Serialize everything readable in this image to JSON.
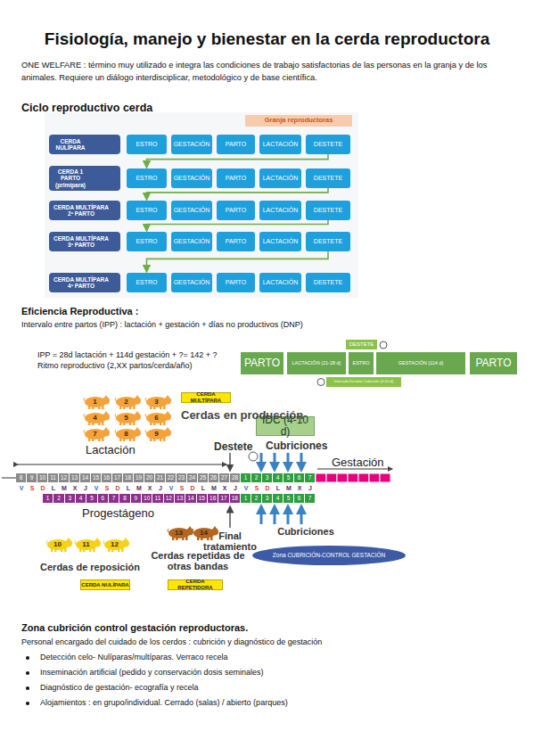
{
  "diagram": {
    "title": "Fisiología, manejo y bienestar en la cerda reproductora",
    "nodes": [
      {
        "text": [
          "Granja reproductoras"
        ]
      },
      {
        "text": [
          "CERDA NULÍPARA"
        ]
      },
      {
        "text": [
          "ESTRO"
        ]
      },
      {
        "text": [
          "GESTACIÓN"
        ]
      },
      {
        "text": [
          "PARTO"
        ]
      },
      {
        "text": [
          "LACTACIÓN"
        ]
      },
      {
        "text": [
          "DESTETE"
        ]
      },
      {
        "text": [
          "CERDA 1 PARTO (primípara)"
        ]
      },
      {
        "text": [
          "ESTRO"
        ]
      },
      {
        "text": [
          "GESTACIÓN"
        ]
      },
      {
        "text": [
          "PARTO"
        ]
      },
      {
        "text": [
          "LACTACIÓN"
        ]
      },
      {
        "text": [
          "DESTETE"
        ]
      },
      {
        "text": [
          "CERDA MULTÍPARA 2º PARTO"
        ]
      },
      {
        "text": [
          "ESTRO"
        ]
      },
      {
        "text": [
          "GESTACIÓN"
        ]
      },
      {
        "text": [
          "PARTO"
        ]
      },
      {
        "text": [
          "LACTACIÓN"
        ]
      },
      {
        "text": [
          "DESTETE"
        ]
      },
      {
        "text": [
          "CERDA MULTÍPARA 3º PARTO"
        ]
      },
      {
        "text": [
          "ESTRO"
        ]
      },
      {
        "text": [
          "GESTACIÓN"
        ]
      },
      {
        "text": [
          "PARTO"
        ]
      },
      {
        "text": [
          "LACTACIÓN"
        ]
      },
      {
        "text": [
          "DESTETE"
        ]
      },
      {
        "text": [
          "CERDA MULTÍPARA 4º PARTO"
        ]
      },
      {
        "text": [
          "ESTRO"
        ]
      },
      {
        "text": [
          "GESTACIÓN"
        ]
      },
      {
        "text": [
          "PARTO"
        ]
      },
      {
        "text": [
          "LACTACIÓN"
        ]
      },
      {
        "text": [
          "DESTETE"
        ]
      },
      {
        "text": [
          "DESTETE"
        ]
      },
      {
        "text": [
          "PARTO"
        ]
      },
      {
        "text": [
          "LACTACIÓN (21-28 d)"
        ]
      },
      {
        "text": [
          "ESTRO"
        ]
      },
      {
        "text": [
          "GESTACIÓN (114 d)"
        ]
      },
      {
        "text": [
          "PARTO"
        ]
      },
      {
        "text": [
          "Intervalo Destete Cubrición (4-10 d)"
        ]
      },
      {
        "text": [
          "CERDA MULTÍPARA"
        ]
      },
      {
        "text": [
          "1"
        ]
      },
      {
        "text": [
          "2"
        ]
      },
      {
        "text": [
          "3"
        ]
      },
      {
        "text": [
          "4"
        ]
      },
      {
        "text": [
          "5"
        ]
      },
      {
        "text": [
          "6"
        ]
      },
      {
        "text": [
          "7"
        ]
      },
      {
        "text": [
          "8"
        ]
      },
      {
        "text": [
          "9"
        ]
      },
      {
        "text": [
          "IDC (4-10 d)"
        ]
      },
      {
        "text": [
          "10"
        ]
      },
      {
        "text": [
          "11"
        ]
      },
      {
        "text": [
          "12"
        ]
      },
      {
        "text": [
          "CERDA NULÍPARA"
        ]
      },
      {
        "text": [
          "13"
        ]
      },
      {
        "text": [
          "14"
        ]
      },
      {
        "text": [
          "CERDA REPETIDORA"
        ]
      },
      {
        "text": [
          "Zona CUBRICIÓN-CONTROL GESTACIÓN"
        ]
      }
    ],
    "edges": [
      {
        "from": 6,
        "to": 8,
        "arrow": "to"
      },
      {
        "from": 12,
        "to": 14,
        "arrow": "to"
      },
      {
        "from": 18,
        "to": 20,
        "arrow": "to"
      },
      {
        "from": 24,
        "to": 26,
        "arrow": "to"
      }
    ],
    "labels": [
      "ONE WELFARE : término muy utilizado e integra las condiciones de trabajo satisfactorias de las personas en la granja y de los animales. Requiere un diálogo interdisciplicar, metodológico y de base científica.",
      "Ciclo reproductivo cerda",
      "Eficiencia Reproductiva :",
      "Intervalo entre partos (IPP) : lactación + gestación + días no productivos (DNP)",
      "IPP = 28d lactación + 114d gestación + ?= 142 + ?",
      "Ritmo reproductivo (2,XX partos/cerda/año)",
      "Cerdas en producción",
      "Lactación",
      "Destete",
      "Cubriciones",
      "Gestación",
      "8",
      "9",
      "10",
      "11",
      "12",
      "13",
      "14",
      "15",
      "16",
      "17",
      "18",
      "19",
      "20",
      "21",
      "22",
      "23",
      "24",
      "25",
      "26",
      "27",
      "28",
      "1",
      "2",
      "3",
      "4",
      "5",
      "6",
      "7",
      "V",
      "S",
      "D",
      "L",
      "M",
      "X",
      "J",
      "V",
      "S",
      "D",
      "L",
      "M",
      "X",
      "J",
      "V",
      "S",
      "D",
      "L",
      "M",
      "X",
      "J",
      "V",
      "S",
      "D",
      "L",
      "M",
      "X",
      "J",
      "1",
      "2",
      "3",
      "4",
      "5",
      "6",
      "7",
      "8",
      "9",
      "10",
      "11",
      "12",
      "13",
      "14",
      "15",
      "16",
      "17",
      "18",
      "1",
      "2",
      "3",
      "4",
      "5",
      "6",
      "7",
      "Progestágeno",
      "Final tratamiento",
      "Cubriciones",
      "Cerdas de reposición",
      "Cerdas repetidas de otras bandas",
      "Zona cubrición control gestación reproductoras.",
      "Personal encargado del cuidado de los cerdos : cubrición y diagnóstico de gestación",
      "Detección celo- Nulíparas/multíparas. Verraco recela",
      "Inseminación artificial (pedido y conservación dosis seminales)",
      "Diagnóstico de gestación- ecografía y recela",
      "Alojamientos : en grupo/individual. Cerrado (salas) / abierto (parques)"
    ]
  }
}
